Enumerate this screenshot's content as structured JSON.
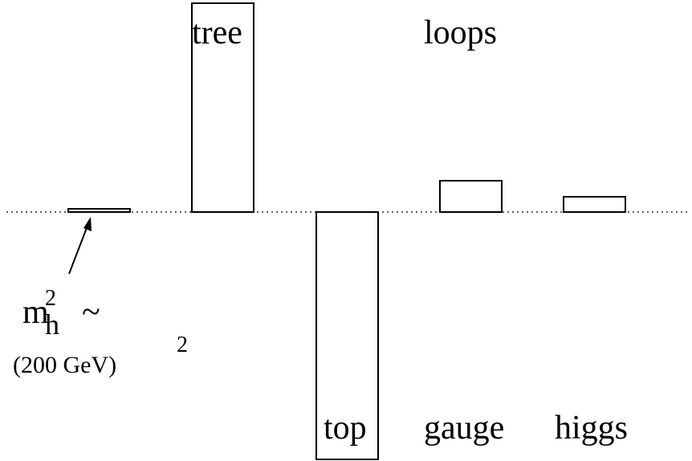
{
  "title": "loops",
  "bars": [
    {
      "id": "mh2",
      "label": "",
      "value": 0.6
    },
    {
      "id": "tree",
      "label": "tree",
      "value": 26
    },
    {
      "id": "top",
      "label": "top",
      "value": -30.8
    },
    {
      "id": "gauge",
      "label": "gauge",
      "value": 3.9
    },
    {
      "id": "higgs",
      "label": "higgs",
      "value": 1.9
    }
  ],
  "annotation": {
    "symbol": "m",
    "superscript": "2",
    "subscript": "h",
    "tilde": "~",
    "value": "(200 GeV)",
    "exponent": "2"
  },
  "colors": {
    "stroke": "#000000",
    "fill": "#ffffff",
    "baseline": "#000000"
  }
}
